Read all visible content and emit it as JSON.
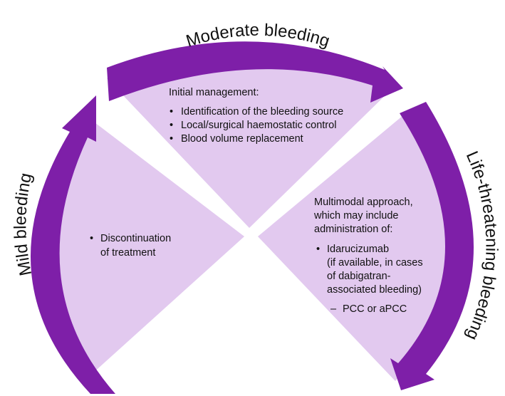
{
  "colors": {
    "sector_fill": "#e2c9ef",
    "arrow": "#7e1fa8",
    "text": "#111111"
  },
  "arcs": {
    "top": "Moderate bleeding",
    "left": "Mild bleeding",
    "right": "Life-threatening bleeding"
  },
  "top_sector": {
    "heading": "Initial management:",
    "bullets": [
      "Identification of the bleeding source",
      "Local/surgical haemostatic control",
      "Blood volume replacement"
    ]
  },
  "left_sector": {
    "bullets": [
      "Discontinuation",
      "of treatment"
    ]
  },
  "right_sector": {
    "intro": [
      "Multimodal approach,",
      "which may include",
      "administration of:"
    ],
    "bullet_lines": [
      "Idarucizumab",
      "(if available, in cases",
      "of dabigatran-",
      "associated bleeding)"
    ],
    "dash_item": "PCC or aPCC",
    "bullet_symbol": "•",
    "dash_symbol": "–"
  }
}
